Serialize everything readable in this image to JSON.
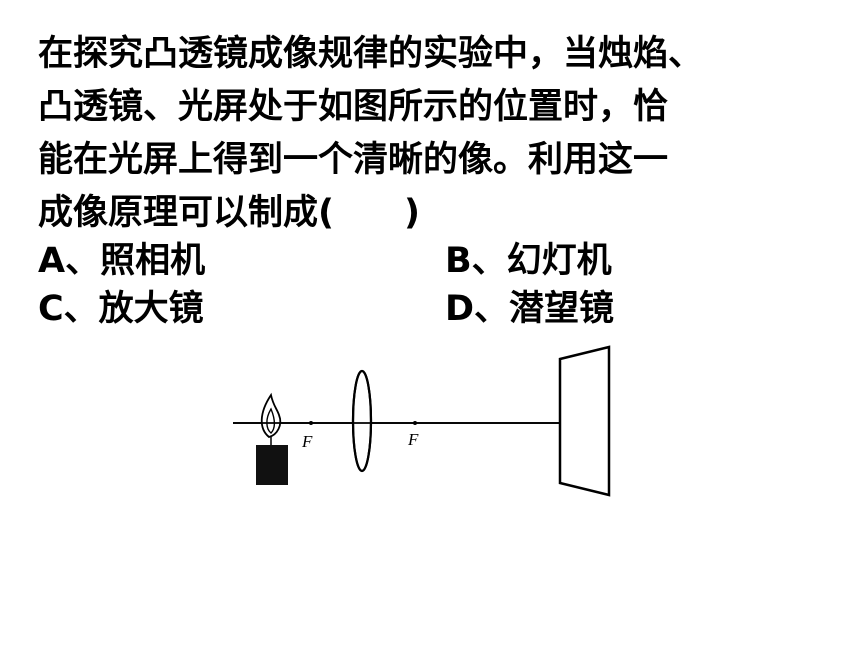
{
  "question": {
    "lines": [
      "在探究凸透镜成像规律的实验中，当烛焰、",
      "凸透镜、光屏处于如图所示的位置时，恰",
      "能在光屏上得到一个清晰的像。利用这一",
      "成像原理可以制成(　　)"
    ]
  },
  "options": {
    "a": "A、照相机",
    "b": "B、幻灯机",
    "c": "C、放大镜",
    "d": "D、潜望镜"
  },
  "diagram": {
    "focus_label_left": "F",
    "focus_label_right": "F",
    "icons": [
      "candle-icon",
      "convex-lens-icon",
      "screen-icon"
    ]
  }
}
